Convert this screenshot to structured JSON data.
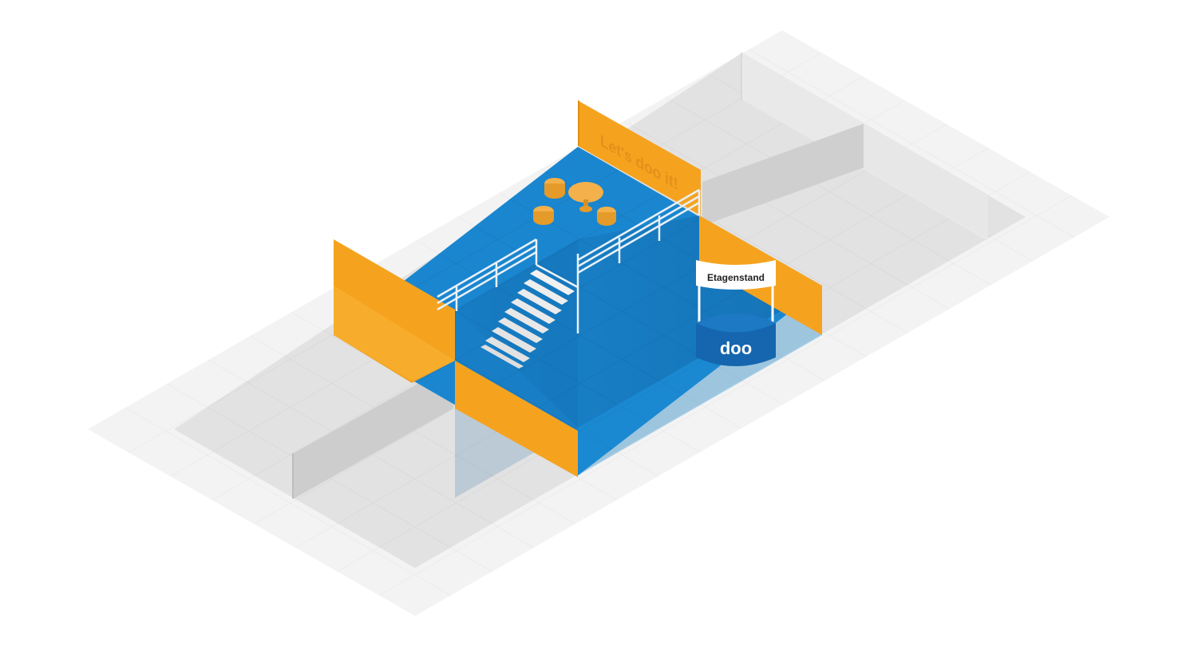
{
  "stand": {
    "slogan": "Let's doo it!",
    "counter_sign": "Etagenstand",
    "counter_logo": "doo"
  },
  "colors": {
    "stand_floor": "#1a86cf",
    "wall_orange": "#f5a31f",
    "hall_floor": "#e3e3e3",
    "hall_border": "#f4f4f4",
    "hall_wall": "#d2d2d2",
    "counter_blue": "#1566ae"
  }
}
